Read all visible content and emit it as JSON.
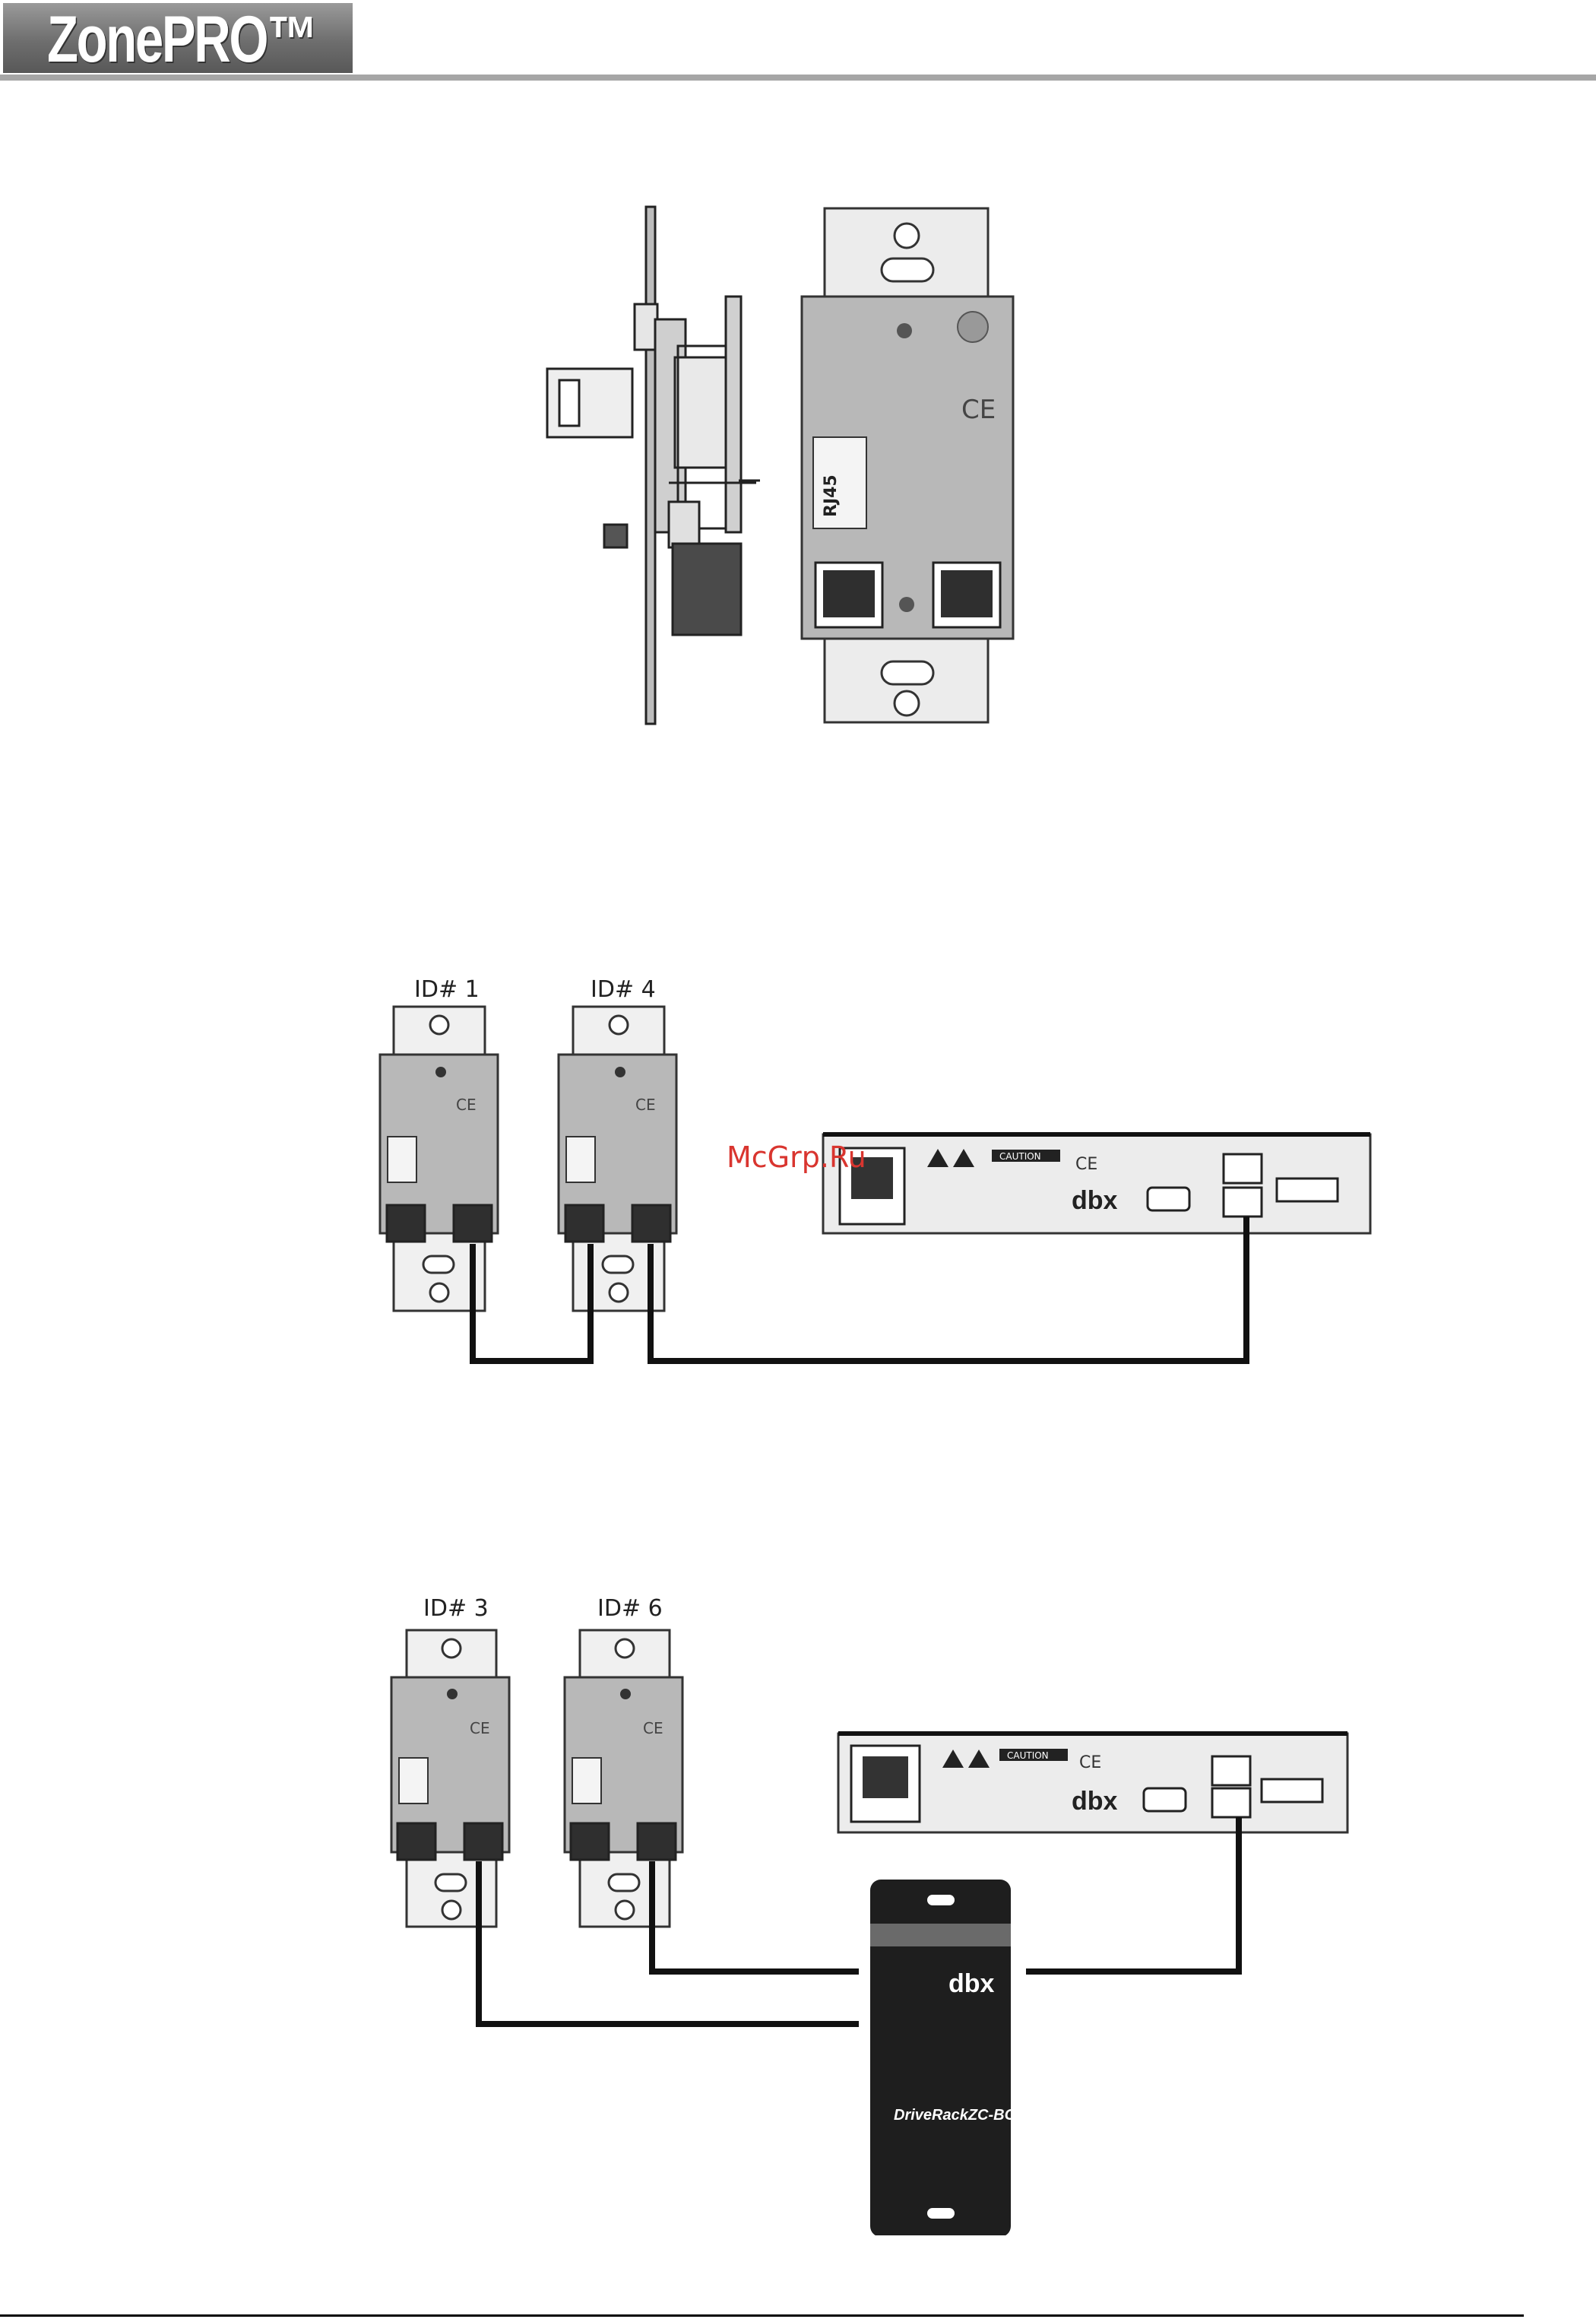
{
  "header": {
    "logo_text": "ZonePRO™"
  },
  "watermark": "McGrp.Ru",
  "figure2": {
    "labels": [
      "ID# 1",
      "ID# 4"
    ]
  },
  "figure3": {
    "labels": [
      "ID# 3",
      "ID# 6"
    ],
    "bob_brand": "dbx",
    "bob_model": "DriveRackZC-BOB"
  },
  "device_labels": {
    "rj45": "RJ45",
    "caution": "CAUTION",
    "brand": "dbx"
  }
}
